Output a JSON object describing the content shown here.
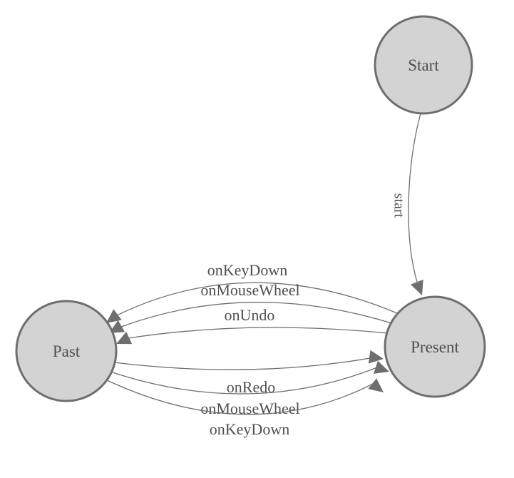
{
  "diagram": {
    "type": "finite-state-machine",
    "nodes": [
      {
        "id": "start",
        "label": "Start"
      },
      {
        "id": "past",
        "label": "Past"
      },
      {
        "id": "present",
        "label": "Present"
      }
    ],
    "edges": [
      {
        "from": "Start",
        "to": "Present",
        "label": "start"
      },
      {
        "from": "Present",
        "to": "Past",
        "label": "onKeyDown"
      },
      {
        "from": "Present",
        "to": "Past",
        "label": "onMouseWheel"
      },
      {
        "from": "Present",
        "to": "Past",
        "label": "onUndo"
      },
      {
        "from": "Past",
        "to": "Present",
        "label": "onRedo"
      },
      {
        "from": "Past",
        "to": "Present",
        "label": "onMouseWheel"
      },
      {
        "from": "Past",
        "to": "Present",
        "label": "onKeyDown"
      }
    ],
    "colors": {
      "background": "#ffffff",
      "node_fill": "#d3d3d3",
      "node_stroke": "#6e6e6e",
      "edge_stroke": "#6e6e6e",
      "arrow_fill": "#6e6e6e",
      "label_text": "#4f4f4f"
    }
  }
}
